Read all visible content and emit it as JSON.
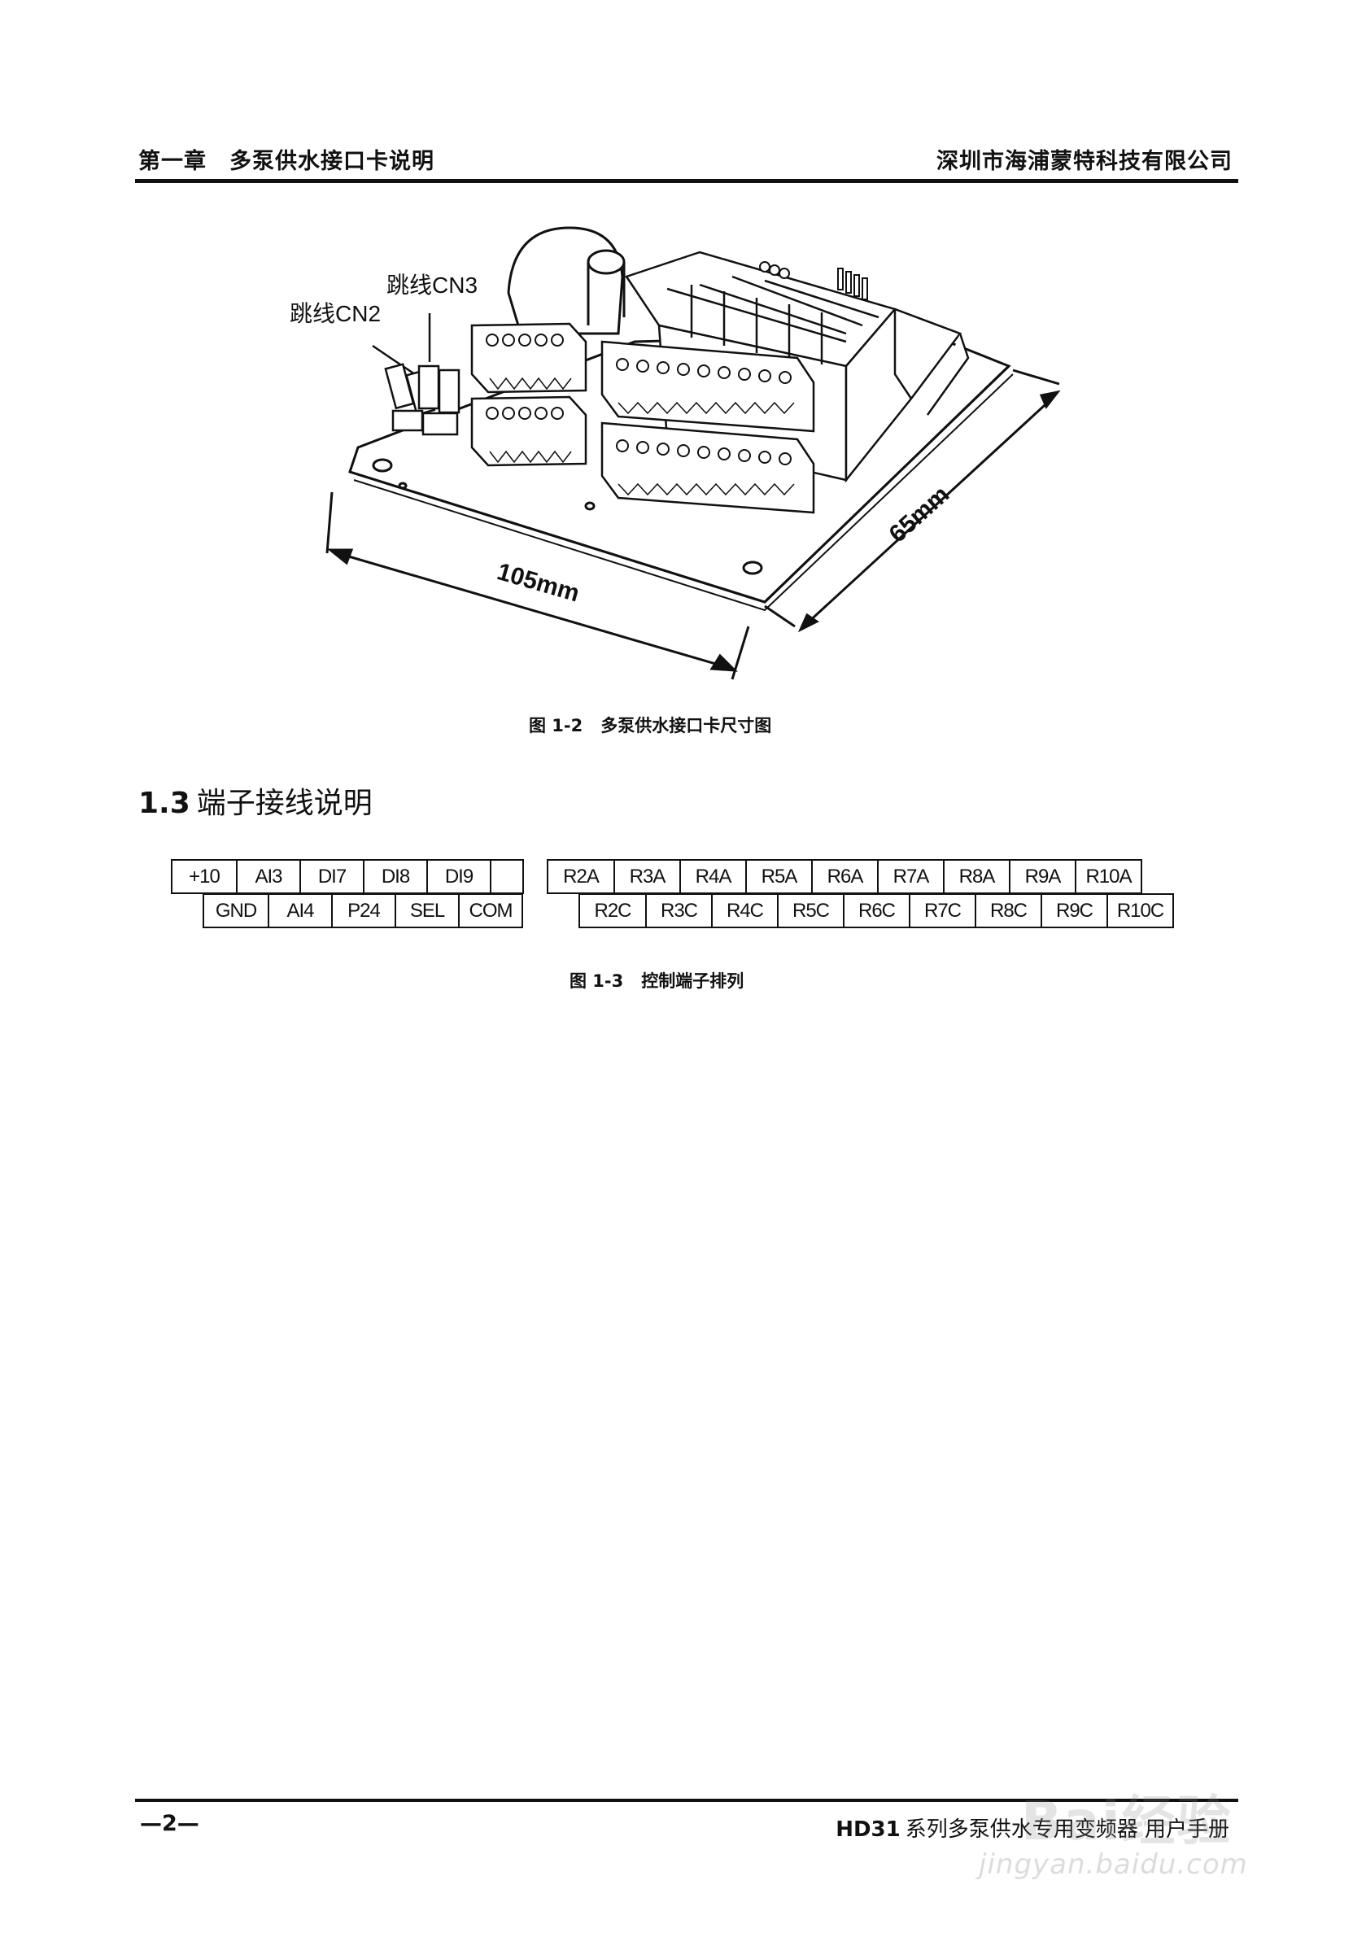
{
  "header": {
    "chapter": "第一章　多泵供水接口卡说明",
    "company": "深圳市海浦蒙特科技有限公司"
  },
  "figure_1_2": {
    "jumper_cn2_label": "跳线CN2",
    "jumper_cn3_label": "跳线CN3",
    "width_dim": "105mm",
    "depth_dim": "65mm",
    "caption_num": "图 1-2",
    "caption_text": "多泵供水接口卡尺寸图"
  },
  "section": {
    "number": "1.3",
    "title": "端子接线说明"
  },
  "terminals": {
    "group_a_top": [
      "+10",
      "AI3",
      "DI7",
      "DI8",
      "DI9",
      ""
    ],
    "group_a_bottom": [
      "GND",
      "AI4",
      "P24",
      "SEL",
      "COM"
    ],
    "group_b_top": [
      "R2A",
      "R3A",
      "R4A",
      "R5A",
      "R6A",
      "R7A",
      "R8A",
      "R9A",
      "R10A"
    ],
    "group_b_bottom": [
      "R2C",
      "R3C",
      "R4C",
      "R5C",
      "R6C",
      "R7C",
      "R8C",
      "R9C",
      "R10C"
    ]
  },
  "figure_1_3": {
    "caption_num": "图 1-3",
    "caption_text": "控制端子排列"
  },
  "footer": {
    "page_number": "—2—",
    "model": "HD31",
    "manual_title": "系列多泵供水专用变频器 用户手册"
  },
  "watermark": {
    "brand": "Bai经验",
    "url": "jingyan.baidu.com"
  }
}
